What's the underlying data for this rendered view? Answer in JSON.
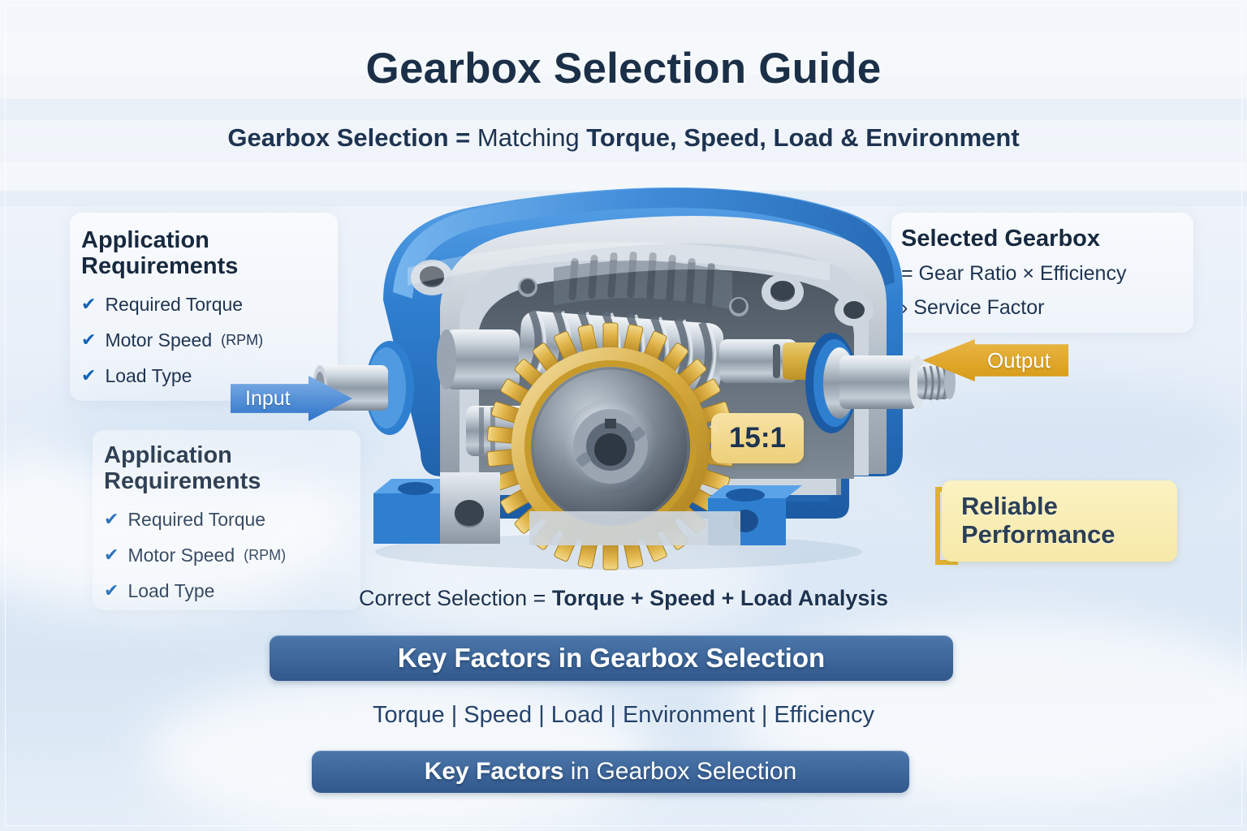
{
  "page": {
    "title": "Gearbox Selection Guide",
    "subtitle": {
      "bold_lead": "Gearbox Selection = ",
      "normal_mid": "Matching ",
      "bold_tail": "Torque, Speed, Load & Environment"
    }
  },
  "panel_left_top": {
    "heading_line1": "Application",
    "heading_line2": "Requirements",
    "items": [
      {
        "check": "✔",
        "label": "Required Torque",
        "suffix": ""
      },
      {
        "check": "✔",
        "label": "Motor Speed ",
        "suffix": "(RPM)"
      },
      {
        "check": "✔",
        "label": "Load Type",
        "suffix": ""
      }
    ]
  },
  "panel_left_bottom": {
    "heading_line1": "Application",
    "heading_line2": "Requirements",
    "items": [
      {
        "check": "✔",
        "label": "Required Torque",
        "suffix": ""
      },
      {
        "check": "✔",
        "label": "Motor Speed ",
        "suffix": "(RPM)"
      },
      {
        "check": "✔",
        "label": "Load Type",
        "suffix": ""
      }
    ]
  },
  "panel_right": {
    "heading": "Selected Gearbox",
    "line1": "= Gear Ratio × Efficiency",
    "line2": "› Service Factor"
  },
  "callouts": {
    "input_label": "Input",
    "output_label": "Output",
    "gear_ratio": "15:1",
    "reliable_line1": "Reliable",
    "reliable_line2": "Performance"
  },
  "bottom": {
    "formula_normal": "Correct Selection = ",
    "formula_bold": "Torque + Speed + Load Analysis",
    "banner_1": "Key Factors in Gearbox Selection",
    "pipeline": "Torque | Speed | Load | Environment | Efficiency",
    "banner_2_bold": "Key Factors",
    "banner_2_normal": " in Gearbox Selection"
  },
  "colors": {
    "ink": "#1d3350",
    "banner_blue": "#3a6295",
    "accent_blue": "#1463b4",
    "gold": "#d79a16",
    "pale_yellow": "#f6e9a8",
    "housing_blue": "#2f7fd0",
    "gear_bronze": "#e3b84f",
    "steel": "#b9c3cc"
  }
}
